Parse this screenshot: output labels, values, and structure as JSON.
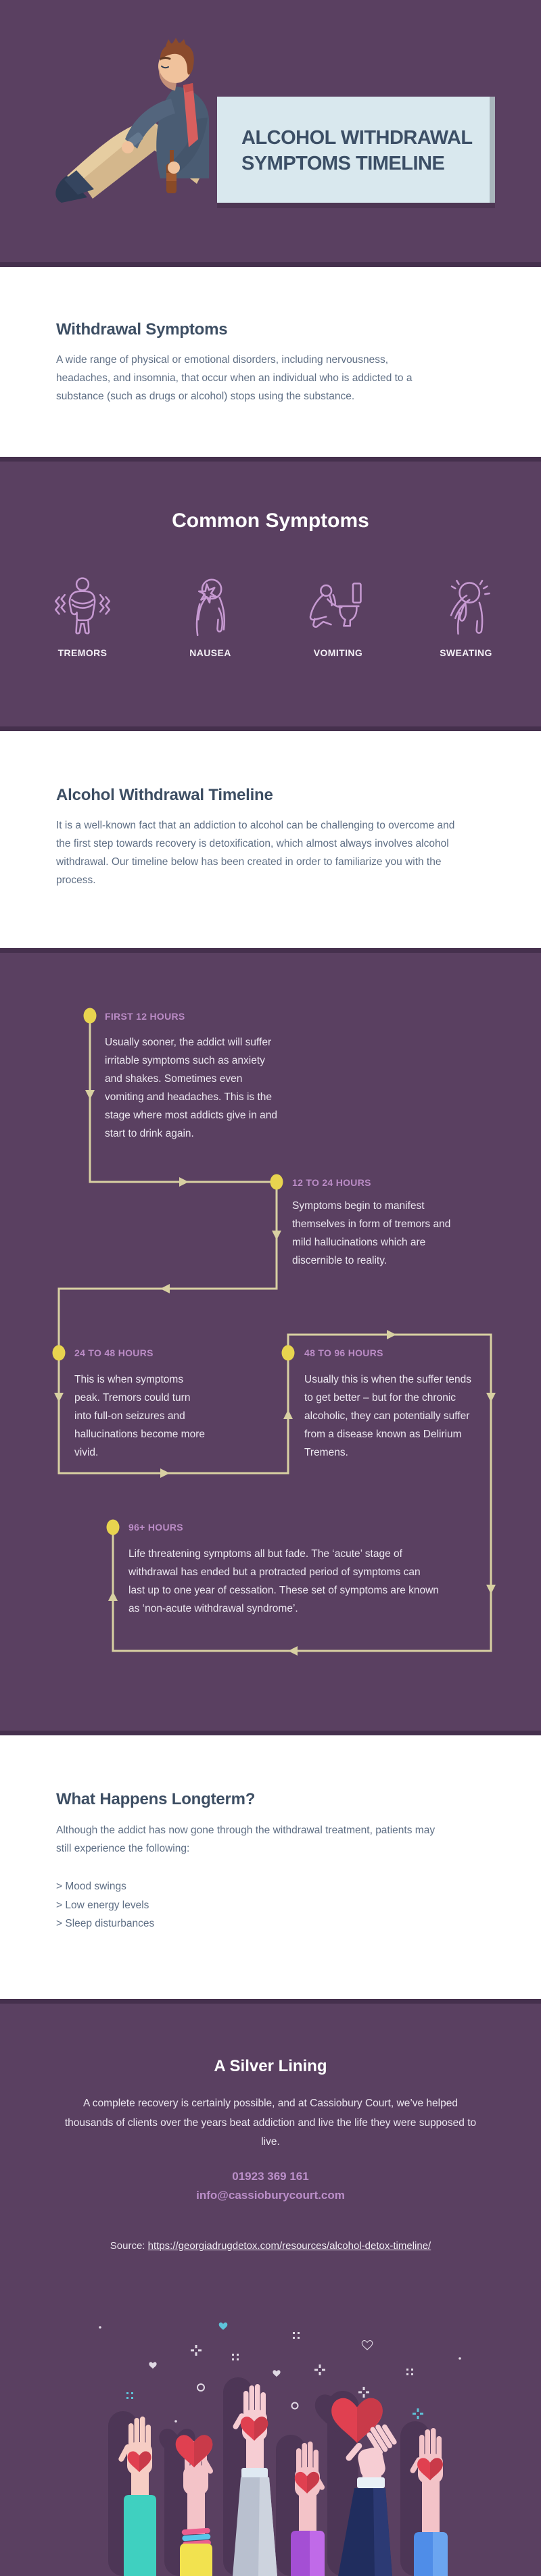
{
  "header": {
    "title_line1": "ALCOHOL WITHDRAWAL",
    "title_line2": "SYMPTOMS TIMELINE"
  },
  "withdrawal_symptoms": {
    "heading": "Withdrawal Symptoms",
    "body": "A wide range of physical or emotional disorders, including nervousness, headaches, and insomnia, that occur when an individual who is addicted to a substance (such as drugs or alcohol) stops using the substance."
  },
  "common_symptoms": {
    "heading": "Common Symptoms",
    "items": [
      {
        "label": "TREMORS",
        "icon": "tremors-icon"
      },
      {
        "label": "NAUSEA",
        "icon": "nausea-icon"
      },
      {
        "label": "VOMITING",
        "icon": "vomiting-icon"
      },
      {
        "label": "SWEATING",
        "icon": "sweating-icon"
      }
    ]
  },
  "timeline_intro": {
    "heading": "Alcohol Withdrawal Timeline",
    "body": "It is a well-known fact that an addiction to alcohol can be challenging to overcome and the first step towards recovery is detoxification, which almost always involves alcohol withdrawal. Our timeline below has been created in order to familiarize you with the process."
  },
  "timeline": {
    "stages": [
      {
        "label": "FIRST 12 HOURS",
        "body": "Usually sooner, the addict will suffer irritable symptoms such as anxiety and shakes. Sometimes even vomiting and headaches. This is the stage where most addicts give in and start to drink again."
      },
      {
        "label": "12 TO 24 HOURS",
        "body": "Symptoms begin to manifest themselves in form of tremors and mild hallucinations which are discernible to reality."
      },
      {
        "label": "24 TO 48 HOURS",
        "body": "This is when symptoms peak. Tremors could turn into full-on seizures and hallucinations become more vivid."
      },
      {
        "label": "48 TO 96 HOURS",
        "body": "Usually this is when the suffer tends to get better – but for the chronic alcoholic, they can potentially suffer from a disease known as Delirium Tremens."
      },
      {
        "label": "96+ HOURS",
        "body": "Life threatening symptoms all but fade. The ‘acute’ stage of withdrawal has ended but a protracted period of symptoms can last up to one year of cessation. These set of symptoms are known as ‘non-acute withdrawal syndrome’."
      }
    ]
  },
  "longterm": {
    "heading": "What Happens Longterm?",
    "body": "Although the addict has now gone through the withdrawal treatment, patients may still experience the following:",
    "items": [
      "> Mood swings",
      "> Low energy levels",
      "> Sleep disturbances"
    ]
  },
  "footer": {
    "heading": "A Silver Lining",
    "body": "A complete recovery is certainly possible, and at Cassiobury Court, we’ve helped thousands of clients over the years beat addiction and live the life they were supposed to live.",
    "phone": "01923 369 161",
    "email": "info@cassioburycourt.com",
    "source_prefix": "Source: ",
    "source_url": "https://georgiadrugdetox.com/resources/alcohol-detox-timeline/"
  },
  "colors": {
    "background_purple": "#5a4061",
    "divider_dark": "#45304d",
    "card_bg": "#d9e8ee",
    "heading_dark": "#3c4f66",
    "body_text": "#5f6f85",
    "icon_lavender": "#c79ad2",
    "timeline_line": "#d8d0a2",
    "timeline_dot": "#e8d44f",
    "timeline_label": "#bb8cc6",
    "contact_pink": "#bb8fc9",
    "heart_red": "#e04050"
  }
}
